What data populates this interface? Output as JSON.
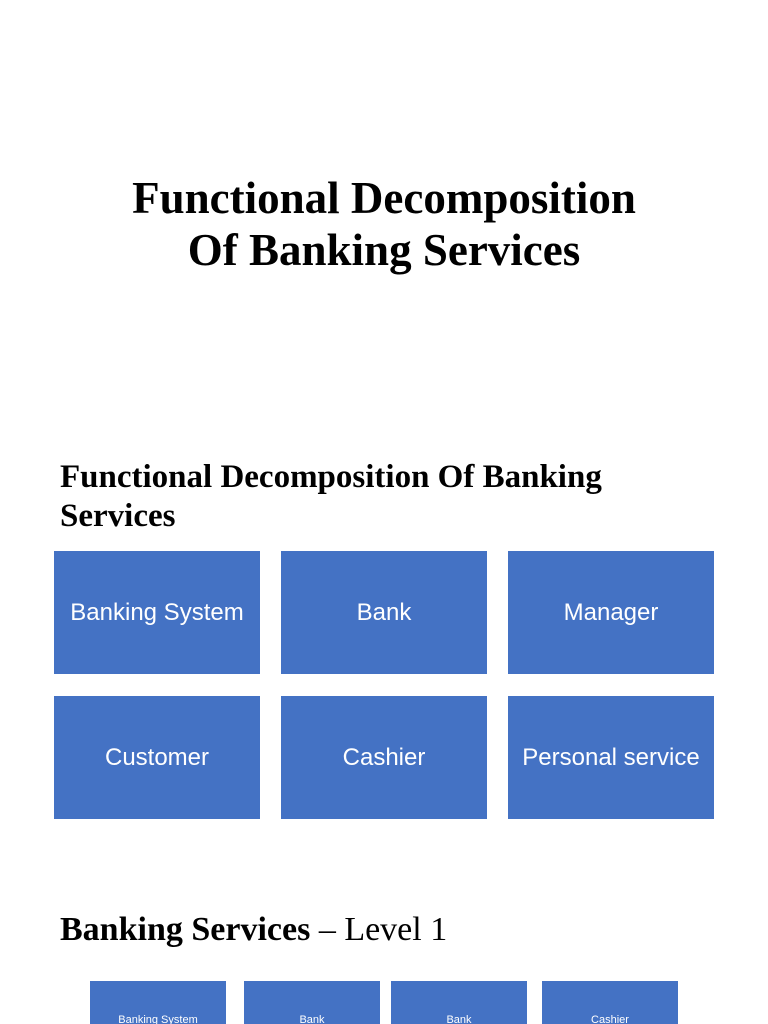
{
  "colors": {
    "box_fill": "#4472c4",
    "box_text": "#ffffff",
    "background": "#ffffff"
  },
  "title": {
    "line1": "Functional Decomposition",
    "line2": "Of Banking Services"
  },
  "section": {
    "heading": "Functional Decomposition Of Banking Services",
    "boxes": [
      "Banking System",
      "Bank",
      "Manager",
      "Customer",
      "Cashier",
      "Personal service"
    ]
  },
  "level": {
    "heading_bold": "Banking Services",
    "heading_rest": " – Level 1",
    "boxes": [
      "Banking System",
      "Bank",
      "Bank",
      "Cashier"
    ]
  }
}
